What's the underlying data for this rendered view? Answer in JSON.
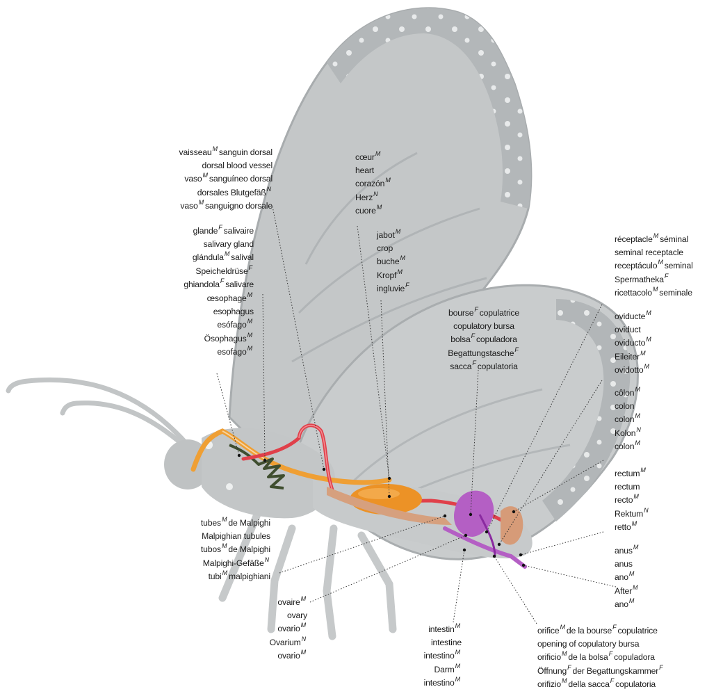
{
  "labels": {
    "dorsal_blood_vessel": [
      {
        "text": "vaisseau",
        "g": "M",
        "rest": "sanguin dorsal"
      },
      {
        "text": "dorsal blood vessel"
      },
      {
        "text": "vaso",
        "g": "M",
        "rest": "sanguíneo dorsal"
      },
      {
        "text": "dorsales Blutgefäß",
        "g": "N"
      },
      {
        "text": "vaso",
        "g": "M",
        "rest": "sanguigno dorsale"
      }
    ],
    "salivary_gland": [
      {
        "text": "glande",
        "g": "F",
        "rest": "salivaire"
      },
      {
        "text": "salivary gland"
      },
      {
        "text": "glándula",
        "g": "M",
        "rest": "salival"
      },
      {
        "text": "Speicheldrüse",
        "g": "F"
      },
      {
        "text": "ghiandola",
        "g": "F",
        "rest": "salivare"
      }
    ],
    "esophagus": [
      {
        "text": "œsophage",
        "g": "M"
      },
      {
        "text": "esophagus"
      },
      {
        "text": "esófago",
        "g": "M"
      },
      {
        "text": "Ösophagus",
        "g": "M"
      },
      {
        "text": "esofago",
        "g": "M"
      }
    ],
    "heart": [
      {
        "text": "cœur",
        "g": "M"
      },
      {
        "text": "heart"
      },
      {
        "text": "corazón",
        "g": "M"
      },
      {
        "text": "Herz",
        "g": "N"
      },
      {
        "text": "cuore",
        "g": "M"
      }
    ],
    "crop": [
      {
        "text": "jabot",
        "g": "M"
      },
      {
        "text": "crop"
      },
      {
        "text": "buche",
        "g": "M"
      },
      {
        "text": "Kropf",
        "g": "M"
      },
      {
        "text": "ingluvie",
        "g": "F"
      }
    ],
    "copulatory_bursa": [
      {
        "text": "bourse",
        "g": "F",
        "rest": "copulatrice"
      },
      {
        "text": "copulatory bursa"
      },
      {
        "text": "bolsa",
        "g": "F",
        "rest": "copuladora"
      },
      {
        "text": "Begattungstasche",
        "g": "F"
      },
      {
        "text": "sacca",
        "g": "F",
        "rest": "copulatoria"
      }
    ],
    "seminal_receptacle": [
      {
        "text": "réceptacle",
        "g": "M",
        "rest": "séminal"
      },
      {
        "text": "seminal receptacle"
      },
      {
        "text": "receptáculo",
        "g": "M",
        "rest": "seminal"
      },
      {
        "text": "Spermatheka",
        "g": "F"
      },
      {
        "text": "ricettacolo",
        "g": "M",
        "rest": "seminale"
      }
    ],
    "oviduct": [
      {
        "text": "oviducte",
        "g": "M"
      },
      {
        "text": "oviduct"
      },
      {
        "text": "oviducto",
        "g": "M"
      },
      {
        "text": "Eileiter",
        "g": "M"
      },
      {
        "text": "ovidotto",
        "g": "M"
      }
    ],
    "colon": [
      {
        "text": "côlon",
        "g": "M"
      },
      {
        "text": "colon"
      },
      {
        "text": "colon",
        "g": "M"
      },
      {
        "text": "Kolon",
        "g": "N"
      },
      {
        "text": "colon",
        "g": "M"
      }
    ],
    "rectum": [
      {
        "text": "rectum",
        "g": "M"
      },
      {
        "text": "rectum"
      },
      {
        "text": "recto",
        "g": "M"
      },
      {
        "text": "Rektum",
        "g": "N"
      },
      {
        "text": "retto",
        "g": "M"
      }
    ],
    "anus": [
      {
        "text": "anus",
        "g": "M"
      },
      {
        "text": "anus"
      },
      {
        "text": "ano",
        "g": "M"
      },
      {
        "text": "After",
        "g": "M"
      },
      {
        "text": "ano",
        "g": "M"
      }
    ],
    "malpighian_tubules": [
      {
        "text": "tubes",
        "g": "M",
        "rest": "de Malpighi"
      },
      {
        "text": "Malpighian tubules"
      },
      {
        "text": "tubos",
        "g": "M",
        "rest": "de Malpighi"
      },
      {
        "text": "Malpighi-Gefäße",
        "g": "N"
      },
      {
        "text": "tubi",
        "g": "M",
        "rest": "malpighiani"
      }
    ],
    "ovary": [
      {
        "text": "ovaire",
        "g": "M"
      },
      {
        "text": "ovary"
      },
      {
        "text": "ovario",
        "g": "M"
      },
      {
        "text": "Ovarium",
        "g": "N"
      },
      {
        "text": "ovario",
        "g": "M"
      }
    ],
    "intestine": [
      {
        "text": "intestin",
        "g": "M"
      },
      {
        "text": "intestine"
      },
      {
        "text": "intestino",
        "g": "M"
      },
      {
        "text": "Darm",
        "g": "M"
      },
      {
        "text": "intestino",
        "g": "M"
      }
    ],
    "copulatory_bursa_opening": [
      {
        "text": "orifice",
        "g": "M",
        "rest": "de la bourse",
        "g2": "F",
        "rest2": "copulatrice"
      },
      {
        "text": "opening of copulatory bursa"
      },
      {
        "text": "orificio",
        "g": "M",
        "rest": "de la bolsa",
        "g2": "F",
        "rest2": "copuladora"
      },
      {
        "text": "Öffnung",
        "g": "F",
        "rest": "der Begattungskammer",
        "g2": "F"
      },
      {
        "text": "orifizio",
        "g": "M",
        "rest": "della sacca",
        "g2": "F",
        "rest2": "copulatoria"
      }
    ]
  },
  "colors": {
    "wing_gray": "#c9cccd",
    "wing_dark": "#a9adaf",
    "body_gray": "#bfc2c3",
    "blood_vessel": "#e0404a",
    "esophagus_orange": "#f0a035",
    "crop_orange": "#ec9226",
    "salivary_green": "#3f4e2f",
    "bursa_purple": "#b45fc4",
    "intestine_tan": "#d6a07e",
    "leader": "#333333"
  }
}
